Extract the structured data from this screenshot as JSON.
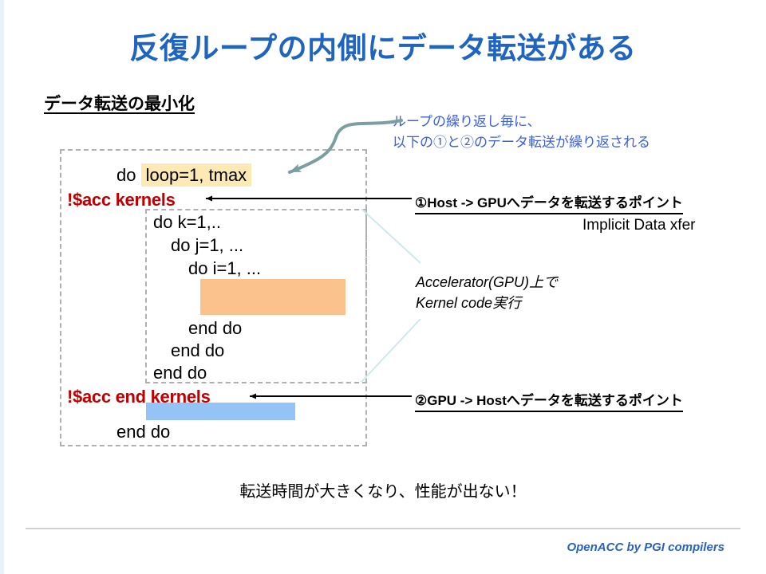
{
  "slide": {
    "title": "反復ループの内側にデータ転送がある",
    "subtitle": "データ転送の最小化",
    "blue_note_line1": "ループの繰り返し毎に、",
    "blue_note_line2": "以下の①と②のデータ転送が繰り返される",
    "bottom_note": "転送時間が大きくなり、性能が出ない！",
    "footer": "OpenACC by PGI compilers"
  },
  "code": {
    "line_do_loop_prefix": "do",
    "line_do_loop_highlight": "loop=1, tmax",
    "line_acc_kernels": "!$acc kernels",
    "line_do_k": "do  k=1,..",
    "line_do_j": "do  j=1, ...",
    "line_do_i": "do  i=1, ...",
    "line_end_do_i": "end do",
    "line_end_do_j": "end do",
    "line_end_do_k": "end do",
    "line_acc_end_kernels": "!$acc end kernels",
    "line_end_do_outer": "end do"
  },
  "annotations": {
    "host_to_gpu": "①Host -> GPUへデータを転送するポイント",
    "implicit_xfer": "Implicit Data xfer",
    "accelerator_line1": "Accelerator(GPU)上で",
    "accelerator_line2": "Kernel code実行",
    "gpu_to_host": "②GPU -> Hostへデータを転送するポイント"
  },
  "colors": {
    "title_blue": "#1f64be",
    "note_blue": "#3d5fdc",
    "code_red": "#c00000",
    "highlight_yellow": "#fde9b4",
    "block_orange": "#fbc28e",
    "block_blue": "#93c4f5",
    "curve_teal": "#7b9ea0",
    "leader_blue": "#cfe8ee",
    "footer_blue": "#2a62c4"
  }
}
